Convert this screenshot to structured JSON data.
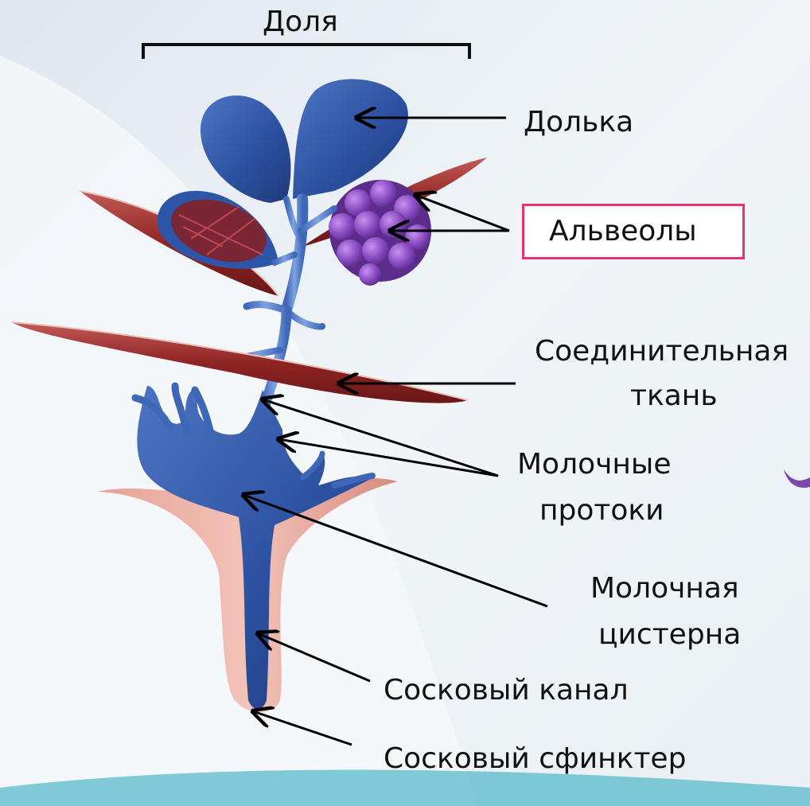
{
  "labels": {
    "lobe": "Доля",
    "lobule": "Долька",
    "alveoli": "Альвеолы",
    "connective_1": "Соединительная",
    "connective_2": "ткань",
    "ducts_1": "Молочные",
    "ducts_2": "протоки",
    "cistern_1": "Молочная",
    "cistern_2": "цистерна",
    "teat_canal": "Сосковый канал",
    "sphincter": "Сосковый сфинктер"
  },
  "colors": {
    "alveoli_box_border": "#e8336c",
    "gland_blue": "#2e56a8",
    "muscle_red": "#9b2a2a",
    "teat_pink": "#e8a39a",
    "alveoli_purple": "#8a4bc2"
  }
}
